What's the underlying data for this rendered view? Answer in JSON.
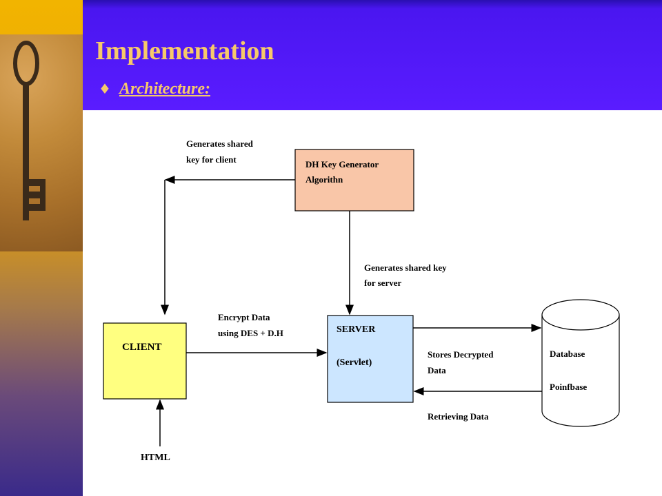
{
  "slide": {
    "title": "Implementation",
    "bullet_symbol": "♦",
    "subtitle": "Architecture:"
  },
  "diagram": {
    "nodes": {
      "dh_key_generator": {
        "line1": "DH Key Generator",
        "line2": "Algorithn"
      },
      "client": {
        "label": "CLIENT"
      },
      "server": {
        "line1": "SERVER",
        "line2": "(Servlet)"
      },
      "database": {
        "line1": "Database",
        "line2": "Poinfbase"
      },
      "html": {
        "label": "HTML"
      }
    },
    "edges": {
      "dh_to_client": {
        "line1": "Generates shared",
        "line2": "key for client"
      },
      "dh_to_server": {
        "line1": "Generates shared key",
        "line2": "for server"
      },
      "client_to_server": {
        "line1": "Encrypt Data",
        "line2": "using DES + D.H"
      },
      "server_to_database": {
        "line1": "Stores Decrypted",
        "line2": "Data"
      },
      "database_to_server": {
        "label": "Retrieving Data"
      }
    },
    "colors": {
      "dh_box": "#f9c6a8",
      "client_box": "#ffff80",
      "server_box": "#cce6ff",
      "database": "#ffffff"
    }
  }
}
